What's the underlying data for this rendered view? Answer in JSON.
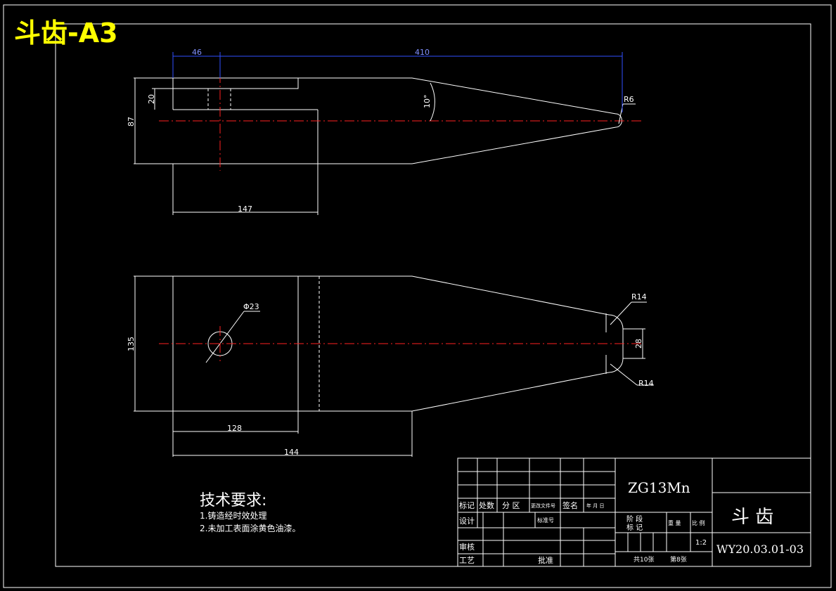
{
  "sheet_title": "斗齿-A3",
  "dims": {
    "top_46": "46",
    "top_410": "410",
    "top_20": "20",
    "top_87": "87",
    "top_10deg": "10°",
    "top_r6": "R6",
    "top_147": "147",
    "bot_135": "135",
    "bot_phi23": "Φ23",
    "bot_r14_a": "R14",
    "bot_r14_b": "R14",
    "bot_28": "28",
    "bot_128": "128",
    "bot_144": "144"
  },
  "tech": {
    "heading": "技术要求:",
    "line1": "1.铸造经时效处理",
    "line2": "2.未加工表面涂黄色油漆。"
  },
  "titleblock": {
    "material": "ZG13Mn",
    "part_name": "斗  齿",
    "drawing_no": "WY20.03.01-03",
    "scale": "1:2",
    "sheets": "共10张",
    "sheet_no": "第8张",
    "h_mark": "标记",
    "h_count": "处数",
    "h_zone": "分 区",
    "h_doc": "更改文件号",
    "h_sign": "签名",
    "h_date": "年 月 日",
    "design": "设计",
    "std": "标准号",
    "review": "审核",
    "process": "工艺",
    "approve": "批准",
    "stage_1": "阶 段",
    "stage_2": "标 记",
    "weight": "重 量",
    "ratio": "比 例"
  }
}
